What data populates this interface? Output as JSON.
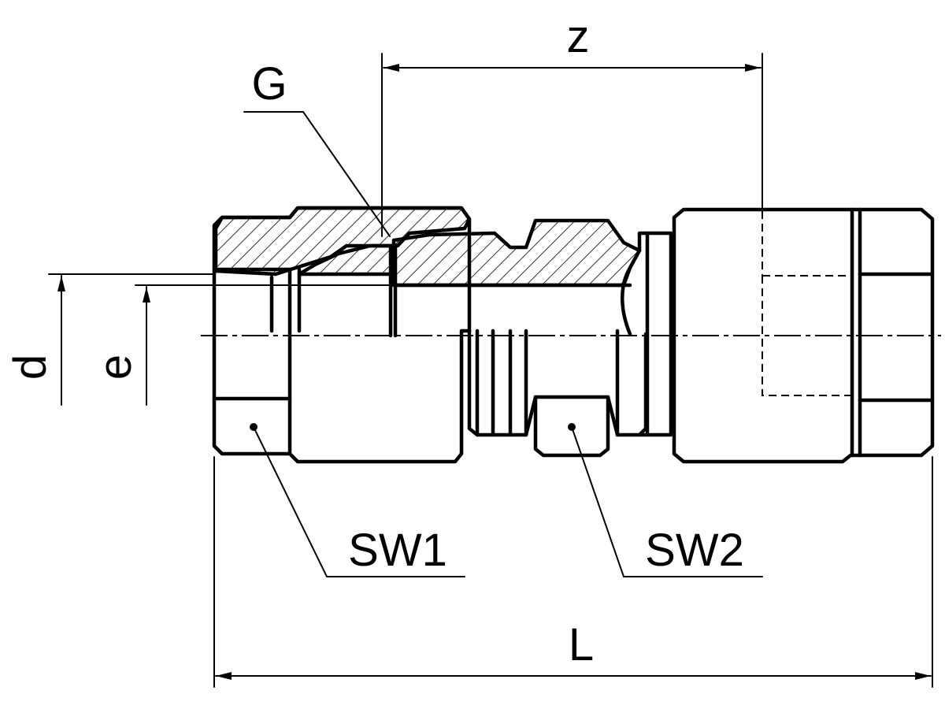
{
  "labels": {
    "z": "z",
    "g": "G",
    "d": "d",
    "e": "e",
    "sw1": "SW1",
    "sw2": "SW2",
    "l": "L"
  },
  "colors": {
    "line": "#000000",
    "background": "#ffffff"
  }
}
